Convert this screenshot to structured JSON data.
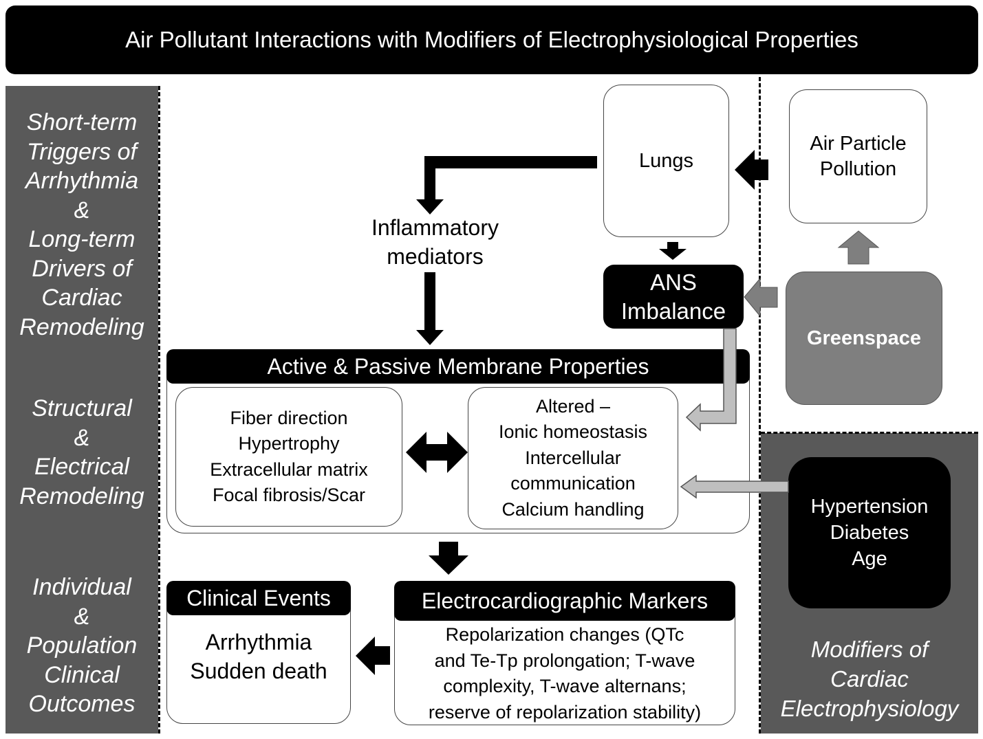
{
  "title": "Air Pollutant Interactions with Modifiers of Electrophysiological Properties",
  "left_labels": {
    "triggers": [
      "Short-term",
      "Triggers of",
      "Arrhythmia",
      "&",
      "Long-term",
      "Drivers of",
      "Cardiac",
      "Remodeling"
    ],
    "remodeling": [
      "Structural",
      "&",
      "Electrical",
      "Remodeling"
    ],
    "outcomes": [
      "Individual",
      "&",
      "Population",
      "Clinical",
      "Outcomes"
    ]
  },
  "nodes": {
    "lungs": "Lungs",
    "air_pollution": [
      "Air Particle",
      "Pollution"
    ],
    "inflammatory": [
      "Inflammatory",
      "mediators"
    ],
    "ans": [
      "ANS",
      "Imbalance"
    ],
    "greenspace": "Greenspace",
    "membrane_header": "Active & Passive Membrane Properties",
    "structural": [
      "Fiber direction",
      "Hypertrophy",
      "Extracellular matrix",
      "Focal fibrosis/Scar"
    ],
    "altered": [
      "Altered –",
      "Ionic homeostasis",
      "Intercellular",
      "communication",
      "Calcium handling"
    ],
    "modifiers": [
      "Hypertension",
      "Diabetes",
      "Age"
    ],
    "ecg_header": "Electrocardiographic Markers",
    "ecg_body": [
      "Repolarization changes (QTc",
      "and Te-Tp prolongation; T-wave",
      "complexity, T-wave alternans;",
      "reserve of repolarization stability)"
    ],
    "clinical_header": "Clinical Events",
    "clinical_body": [
      "Arrhythmia",
      "Sudden death"
    ],
    "modifiers_caption": [
      "Modifiers of",
      "Cardiac",
      "Electrophysiology"
    ]
  },
  "colors": {
    "black": "#000000",
    "dark_gray": "#595959",
    "mid_gray": "#7f7f7f",
    "light_gray": "#bfbfbf",
    "white": "#ffffff"
  }
}
